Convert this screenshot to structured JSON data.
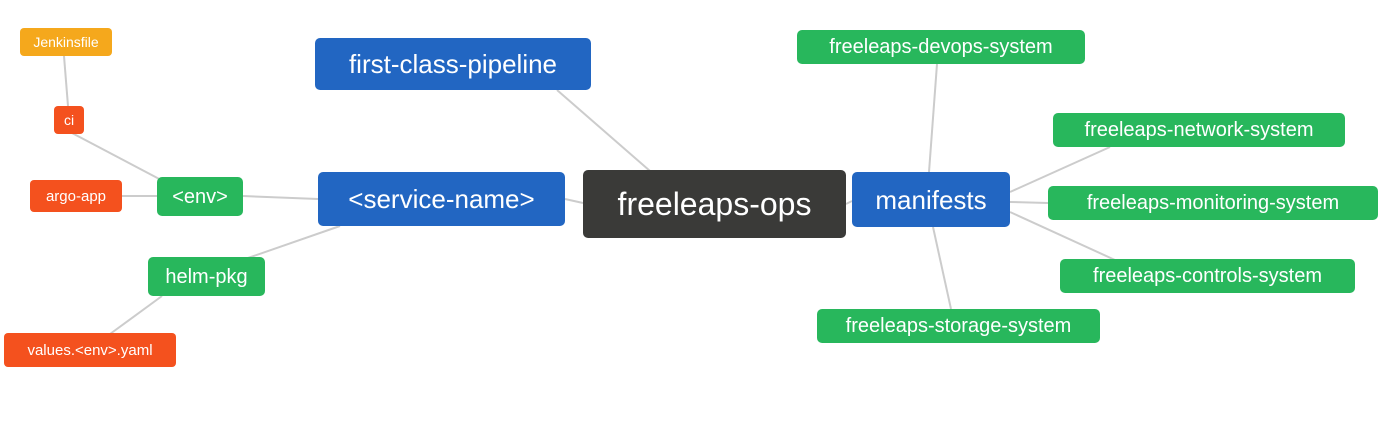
{
  "diagram": {
    "type": "mindmap",
    "root": "freeleaps-ops",
    "colors": {
      "root_bg": "#3a3a38",
      "branch_bg": "#2266c2",
      "green_bg": "#28b75c",
      "orange_bg": "#f4511e",
      "amber_bg": "#f5a81c",
      "edge": "#cccccc",
      "text": "#ffffff"
    },
    "nodes": {
      "freeleaps_ops": {
        "label": "freeleaps-ops"
      },
      "first_class_pipeline": {
        "label": "first-class-pipeline"
      },
      "service_name": {
        "label": "<service-name>"
      },
      "manifests": {
        "label": "manifests"
      },
      "env": {
        "label": "<env>"
      },
      "helm_pkg": {
        "label": "helm-pkg"
      },
      "argo_app": {
        "label": "argo-app"
      },
      "ci": {
        "label": "ci"
      },
      "jenkinsfile": {
        "label": "Jenkinsfile"
      },
      "values_env_yaml": {
        "label": "values.<env>.yaml"
      },
      "freeleaps_devops_system": {
        "label": "freeleaps-devops-system"
      },
      "freeleaps_network_system": {
        "label": "freeleaps-network-system"
      },
      "freeleaps_monitoring_system": {
        "label": "freeleaps-monitoring-system"
      },
      "freeleaps_controls_system": {
        "label": "freeleaps-controls-system"
      },
      "freeleaps_storage_system": {
        "label": "freeleaps-storage-system"
      }
    },
    "edges": [
      {
        "from": "Jenkinsfile",
        "to": "ci"
      },
      {
        "from": "ci",
        "to": "<env>"
      },
      {
        "from": "argo-app",
        "to": "<env>"
      },
      {
        "from": "<env>",
        "to": "<service-name>"
      },
      {
        "from": "helm-pkg",
        "to": "<service-name>"
      },
      {
        "from": "values.<env>.yaml",
        "to": "helm-pkg"
      },
      {
        "from": "<service-name>",
        "to": "freeleaps-ops"
      },
      {
        "from": "first-class-pipeline",
        "to": "freeleaps-ops"
      },
      {
        "from": "freeleaps-ops",
        "to": "manifests"
      },
      {
        "from": "manifests",
        "to": "freeleaps-devops-system"
      },
      {
        "from": "manifests",
        "to": "freeleaps-network-system"
      },
      {
        "from": "manifests",
        "to": "freeleaps-monitoring-system"
      },
      {
        "from": "manifests",
        "to": "freeleaps-controls-system"
      },
      {
        "from": "manifests",
        "to": "freeleaps-storage-system"
      }
    ]
  }
}
